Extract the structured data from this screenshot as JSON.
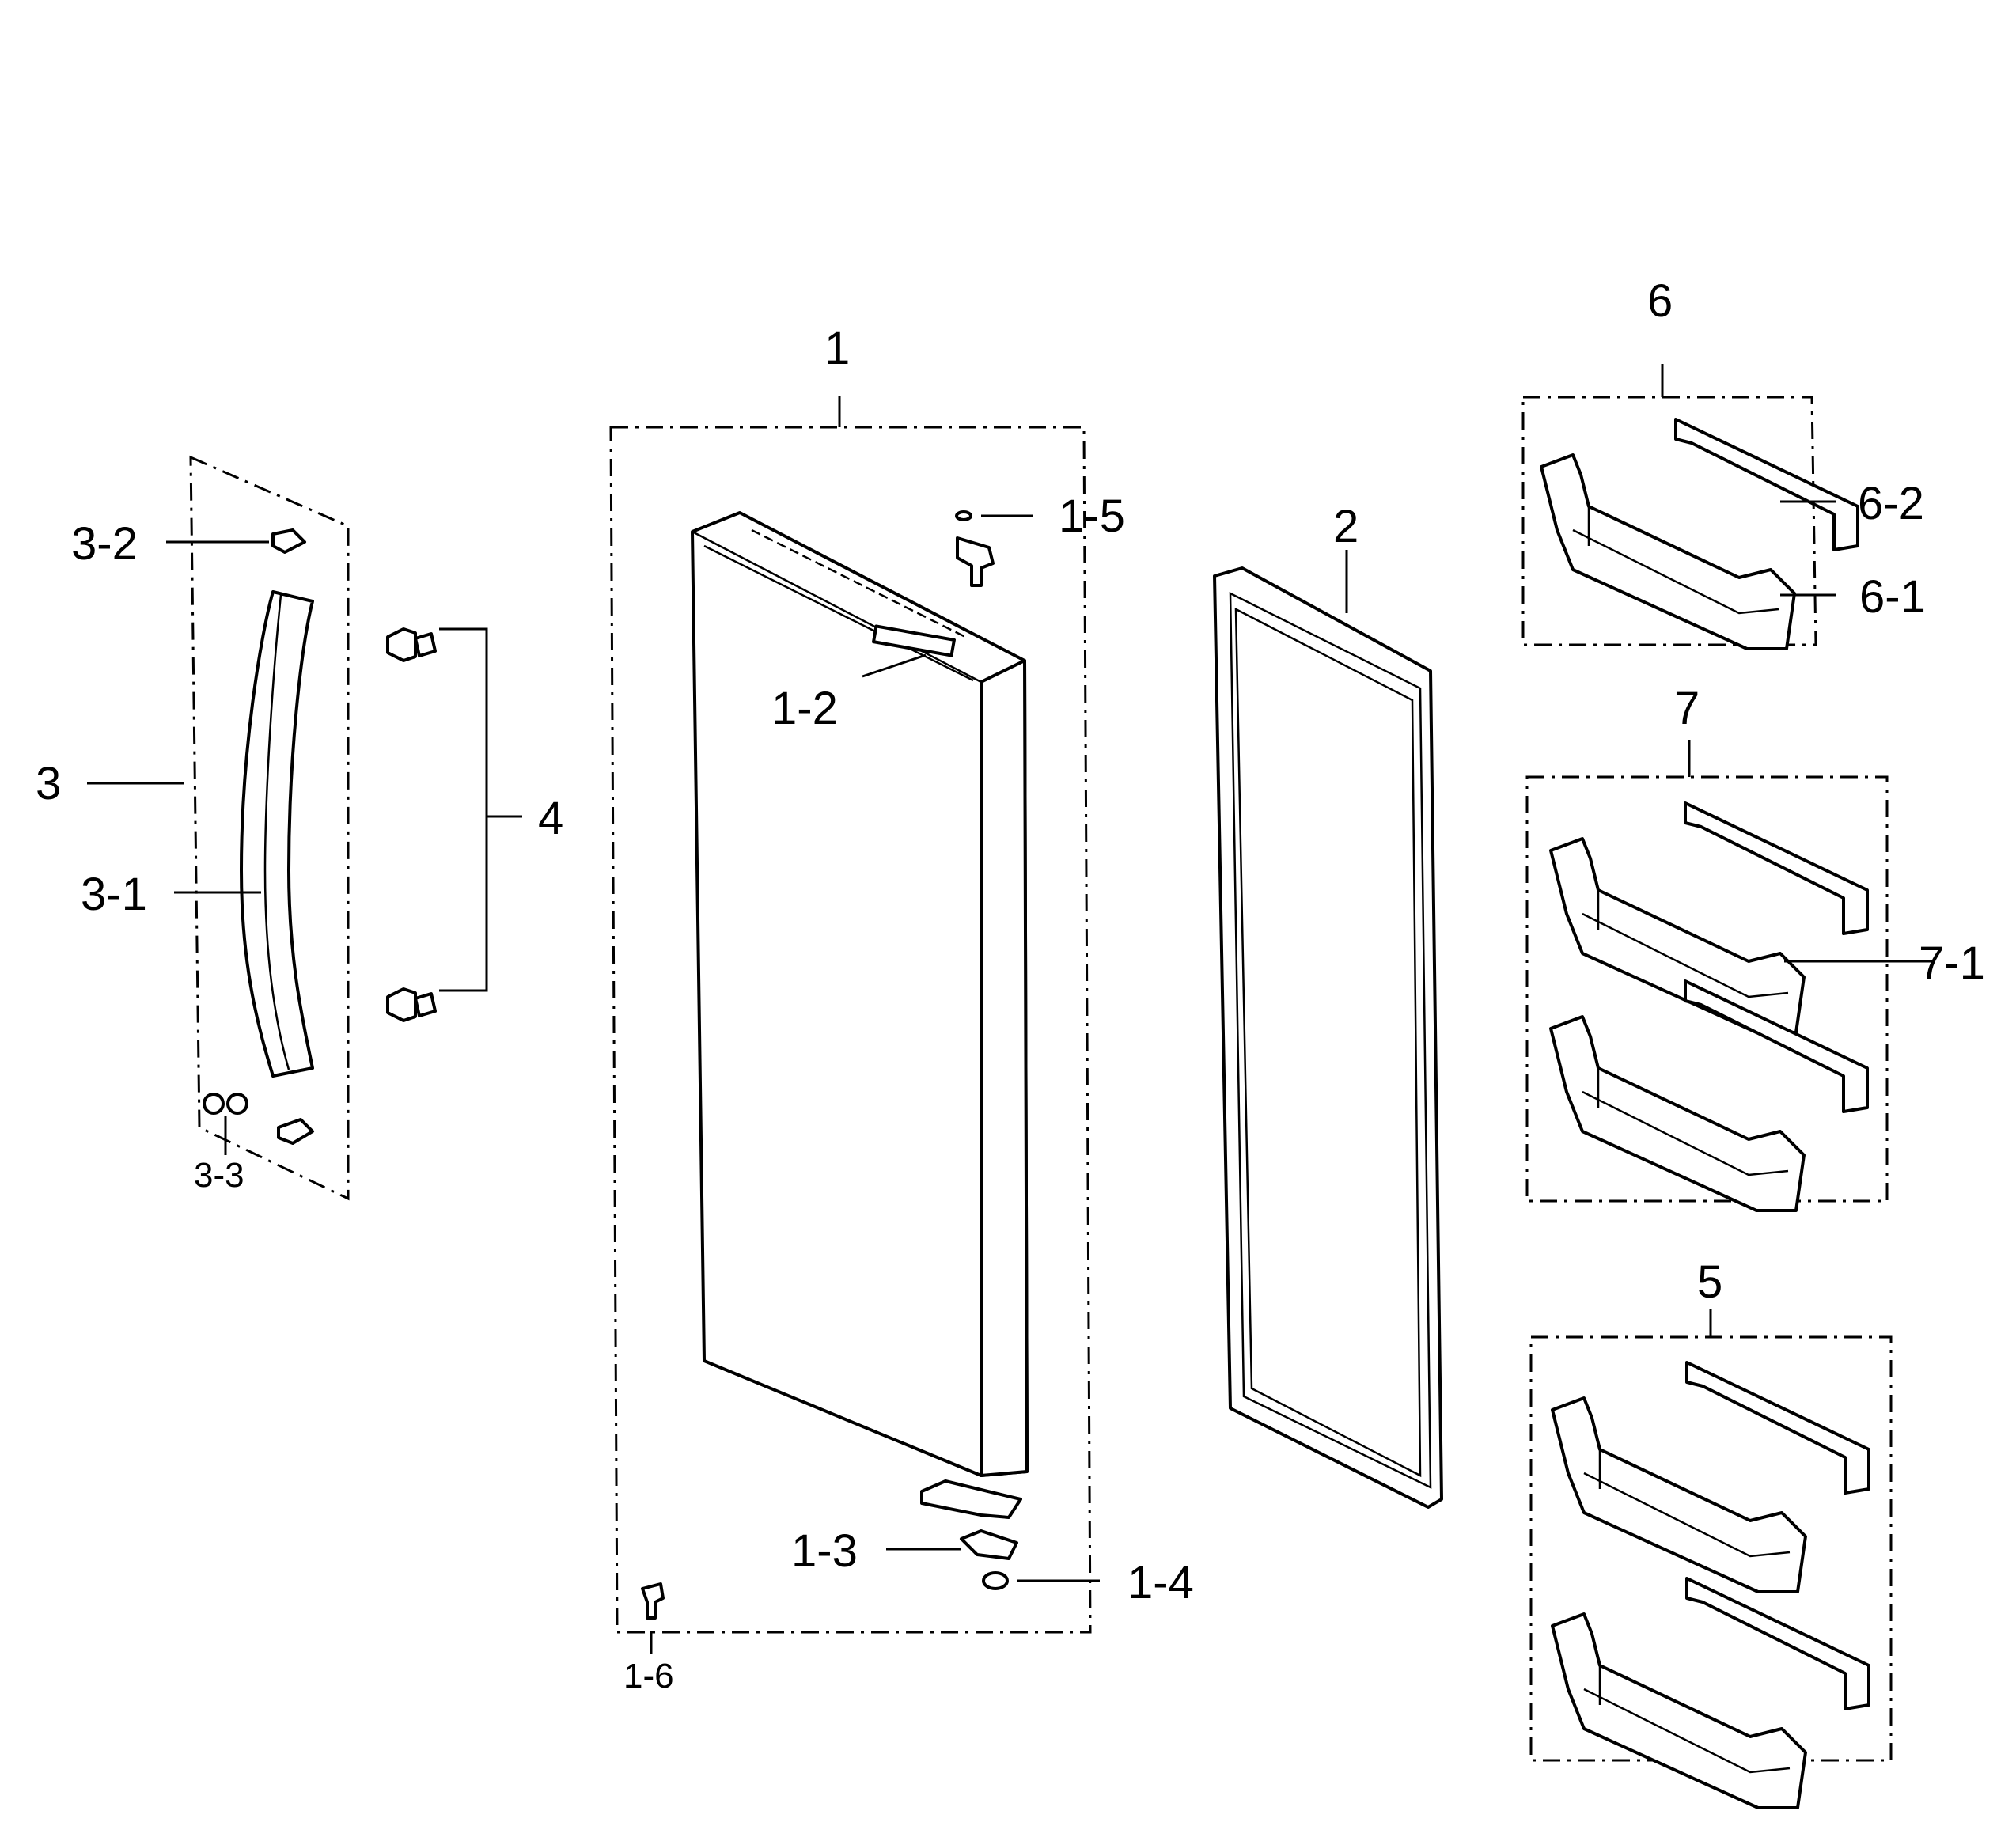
{
  "labels": {
    "p1": "1",
    "p1_2": "1-2",
    "p1_3": "1-3",
    "p1_4": "1-4",
    "p1_5": "1-5",
    "p1_6": "1-6",
    "p2": "2",
    "p3": "3",
    "p3_1": "3-1",
    "p3_2": "3-2",
    "p3_3": "3-3",
    "p4": "4",
    "p5": "5",
    "p6": "6",
    "p6_1": "6-1",
    "p6_2": "6-2",
    "p7": "7",
    "p7_1": "7-1"
  }
}
